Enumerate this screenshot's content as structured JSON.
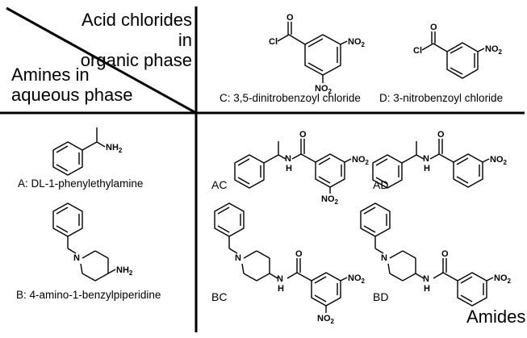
{
  "header": {
    "acid_line1": "Acid chlorides in",
    "acid_line2": "organic phase",
    "amine_line1": "Amines in",
    "amine_line2": "aqueous phase"
  },
  "reagents": {
    "C": "C: 3,5-dinitrobenzoyl chloride",
    "D": "D: 3-nitrobenzoyl chloride",
    "A": "A: DL-1-phenylethylamine",
    "B": "B: 4-amino-1-benzylpiperidine"
  },
  "products": {
    "AC": "AC",
    "AD": "AD",
    "BC": "BC",
    "BD": "BD",
    "quadrant_label": "Amides"
  },
  "atoms": {
    "cl": "Cl",
    "o": "O",
    "nh": "H",
    "n_label": "N",
    "nh2": "NH",
    "nh2_sub": "2",
    "no2": "NO",
    "no2_sub": "2"
  }
}
